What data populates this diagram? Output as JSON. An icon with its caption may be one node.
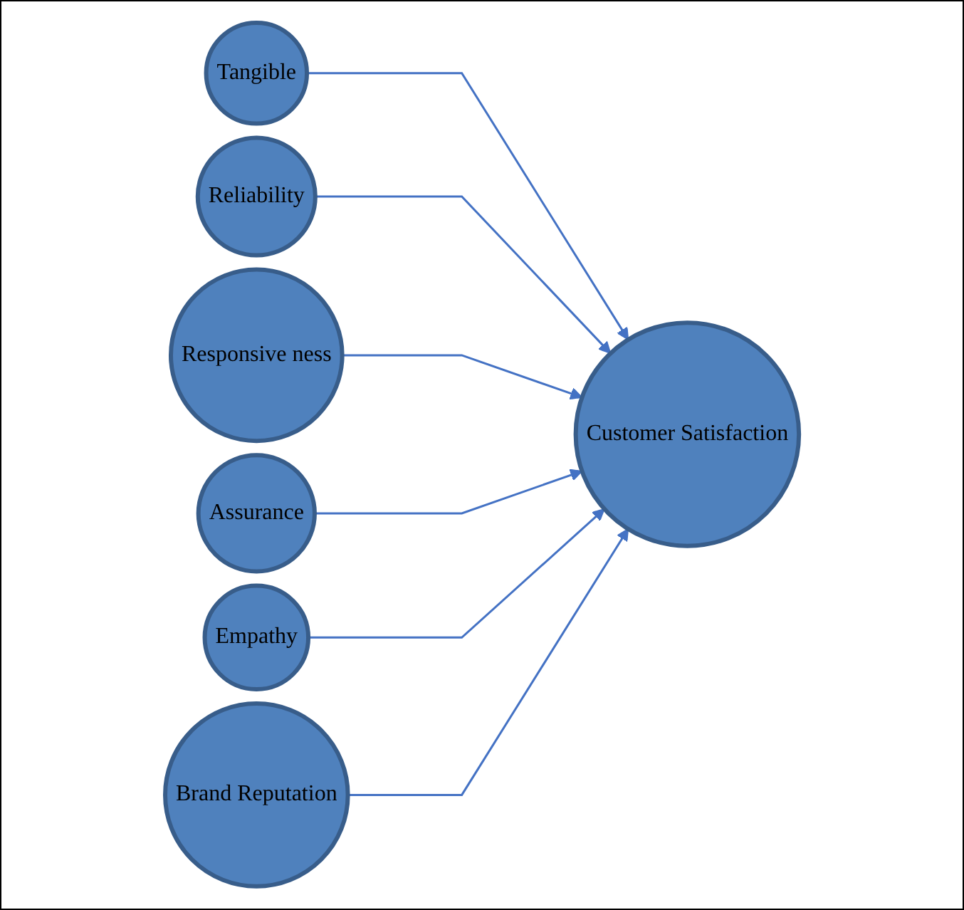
{
  "diagram": {
    "nodes": [
      {
        "text": [
          "Tangible"
        ]
      },
      {
        "text": [
          "Reliability"
        ]
      },
      {
        "text": [
          "Responsive ness"
        ]
      },
      {
        "text": [
          "Assurance"
        ]
      },
      {
        "text": [
          "Empathy"
        ]
      },
      {
        "text": [
          "Brand Reputation"
        ]
      },
      {
        "text": [
          "Customer Satisfaction"
        ]
      }
    ],
    "edges": [
      {
        "from": 0,
        "to": 6,
        "arrow": "to"
      },
      {
        "from": 1,
        "to": 6,
        "arrow": "to"
      },
      {
        "from": 2,
        "to": 6,
        "arrow": "to"
      },
      {
        "from": 3,
        "to": 6,
        "arrow": "to"
      },
      {
        "from": 4,
        "to": 6,
        "arrow": "to"
      },
      {
        "from": 5,
        "to": 6,
        "arrow": "to"
      }
    ]
  }
}
